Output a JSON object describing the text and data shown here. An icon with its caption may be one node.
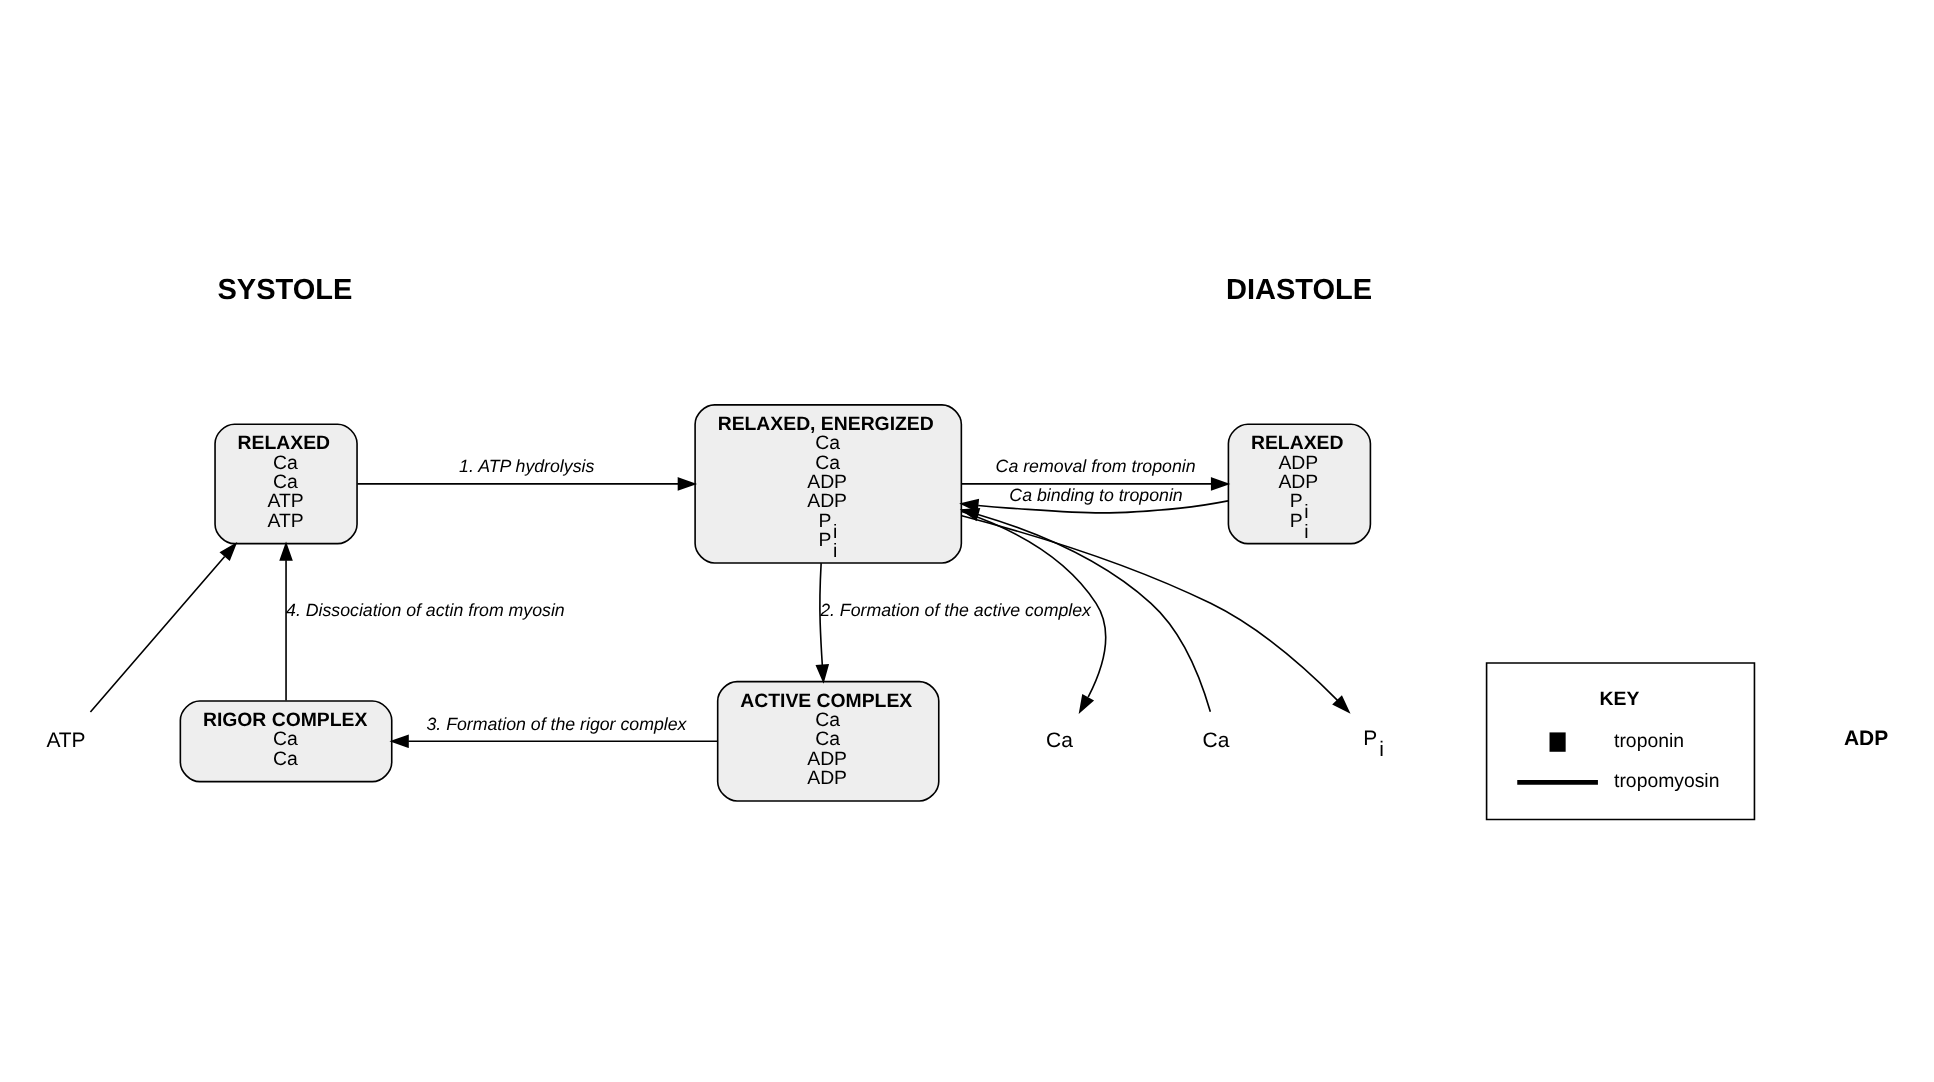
{
  "diagram": {
    "nodes": [
      {
        "text": [
          "RELAXED",
          "Ca",
          "Ca",
          "ATP",
          "ATP"
        ]
      },
      {
        "text": [
          "RELAXED, ENERGIZED",
          "Ca",
          "Ca",
          "ADP",
          "ADP",
          "P$_{i}$",
          "P$_{i}$"
        ]
      },
      {
        "text": [
          "Ca"
        ]
      },
      {
        "text": [
          "RELAXED",
          "ADP",
          "ADP",
          "P$_{i}$",
          "P$_{i}$"
        ]
      },
      {
        "text": [
          "Ca"
        ]
      },
      {
        "text": [
          "P$_{i}$"
        ]
      },
      {
        "text": [
          "ATP"
        ]
      },
      {
        "text": [
          "RIGOR COMPLEX",
          "Ca",
          "Ca"
        ]
      },
      {
        "text": [
          "ACTIVE COMPLEX",
          "Ca",
          "Ca",
          "ADP",
          "ADP"
        ]
      },
      {
        "text": [
          "KEY"
        ]
      }
    ],
    "edges": [
      {
        "from": 0,
        "to": 1,
        "arrow": "to",
        "label": "1. ATP hydrolysis"
      },
      {
        "from": 1,
        "to": 3,
        "arrow": "to",
        "label": "Ca removal from troponin"
      },
      {
        "from": 1,
        "to": 2,
        "arrow": "to"
      },
      {
        "from": 3,
        "to": 1,
        "arrow": "to",
        "label": "Ca binding to troponin"
      },
      {
        "from": 4,
        "to": 1,
        "arrow": "to"
      },
      {
        "from": 1,
        "to": 8,
        "arrow": "to",
        "label": "2. Formation of the active complex"
      },
      {
        "from": 1,
        "to": 5,
        "arrow": "to"
      },
      {
        "from": 8,
        "to": 7,
        "arrow": "to",
        "label": "3. Formation of the rigor complex"
      },
      {
        "from": 7,
        "to": 0,
        "arrow": "to",
        "label": "4. Dissociation of actin from myosin"
      },
      {
        "from": 6,
        "to": 0,
        "arrow": "to"
      }
    ],
    "labels": [
      "SYSTOLE",
      "DIASTOLE",
      "ADP"
    ],
    "legend": [
      {
        "text": "troponin"
      },
      {
        "text": "tropomyosin"
      }
    ]
  }
}
